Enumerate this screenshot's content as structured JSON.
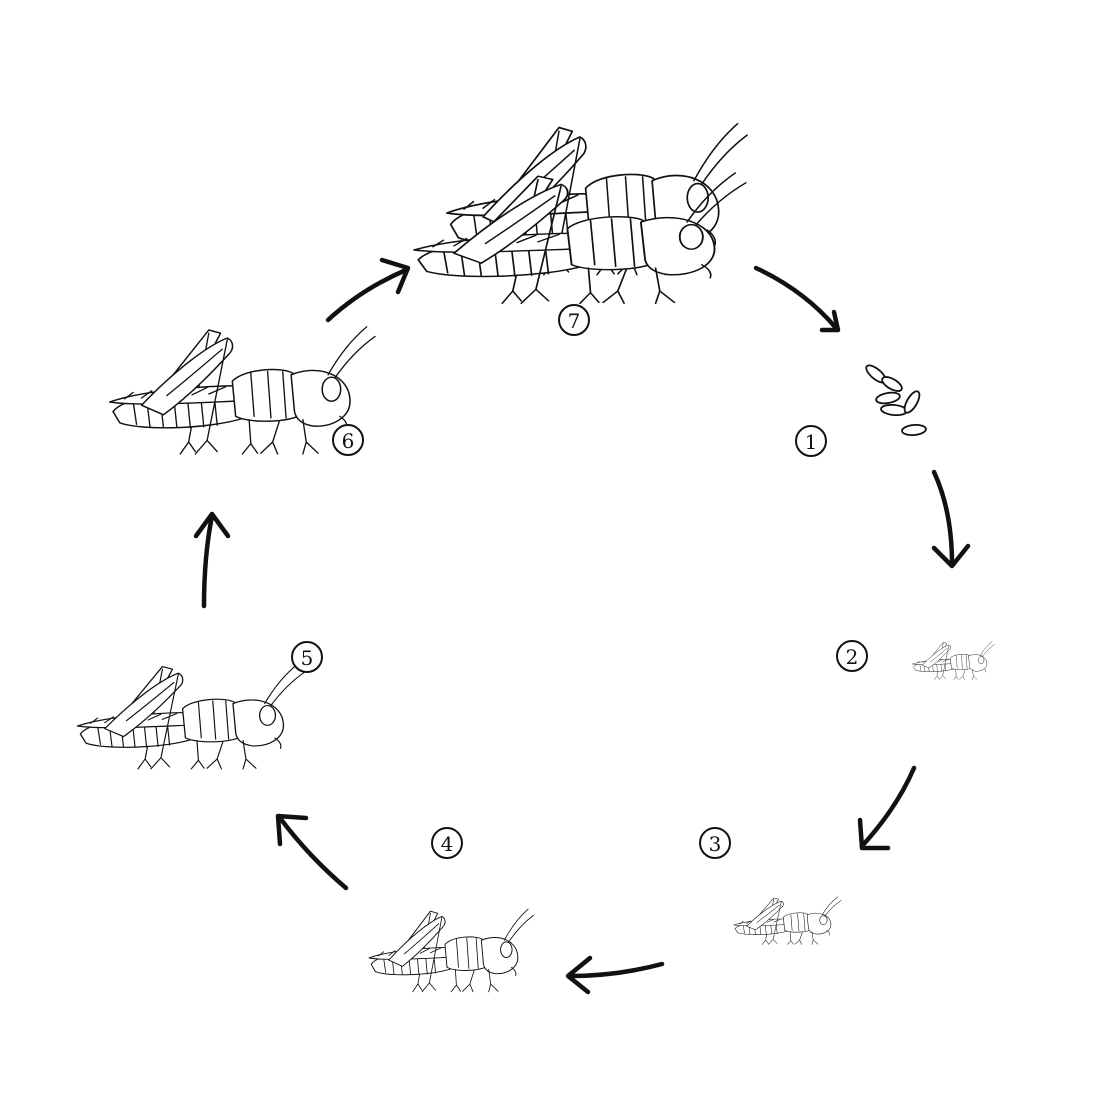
{
  "colors": {
    "ink": "#111111",
    "background": "#ffffff"
  },
  "stages": [
    {
      "number": "1",
      "depicts": "eggs-icon"
    },
    {
      "number": "2",
      "depicts": "nymph-icon"
    },
    {
      "number": "3",
      "depicts": "nymph-icon"
    },
    {
      "number": "4",
      "depicts": "nymph-icon"
    },
    {
      "number": "5",
      "depicts": "nymph-icon"
    },
    {
      "number": "6",
      "depicts": "grasshopper-icon"
    },
    {
      "number": "7",
      "depicts": "mating-pair-icon"
    }
  ]
}
